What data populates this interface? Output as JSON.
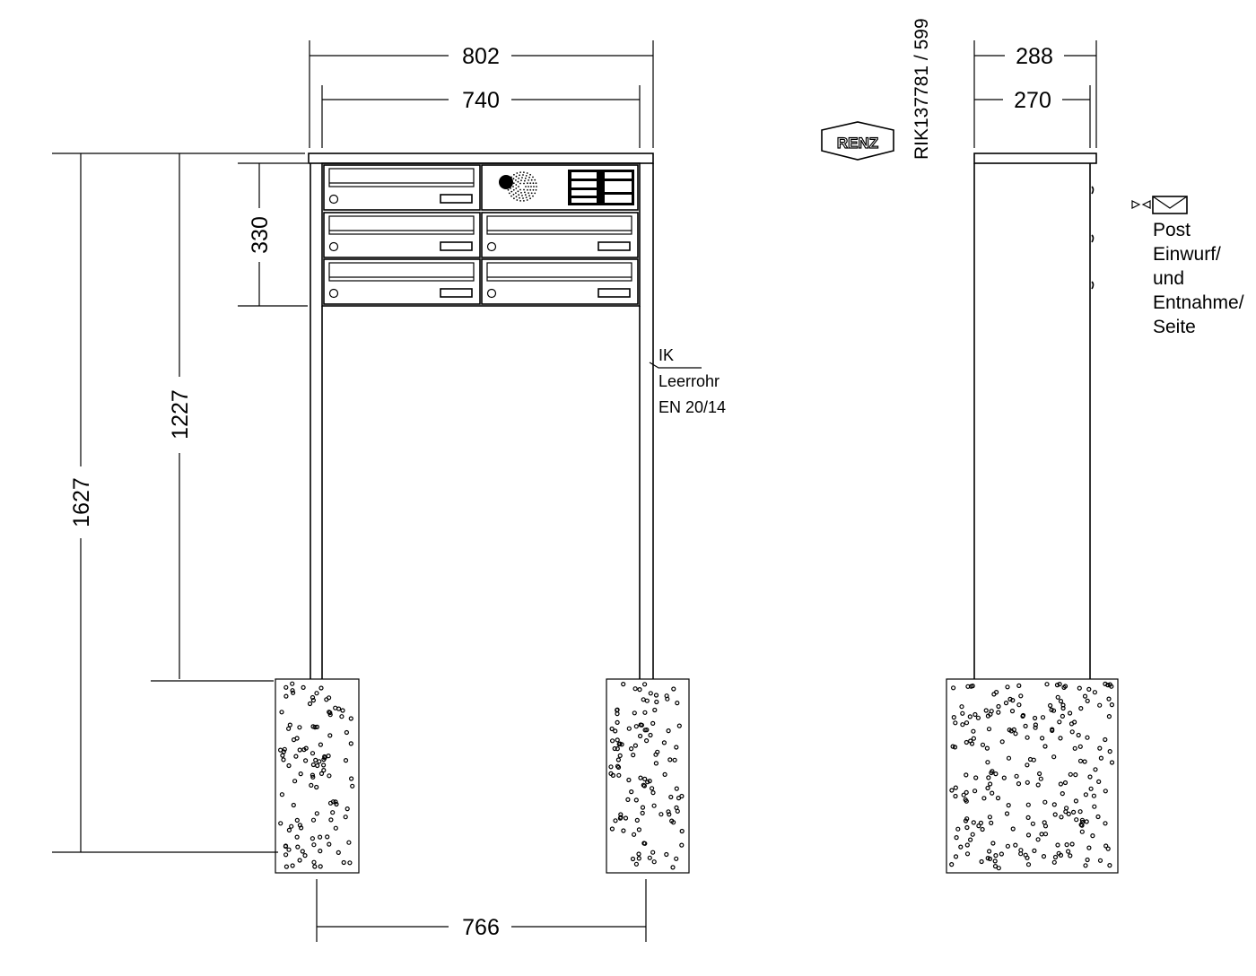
{
  "dimensions": {
    "overall_width": "802",
    "box_width": "740",
    "box_height": "330",
    "bottom_height": "1227",
    "total_height": "1627",
    "post_spacing": "766",
    "side_depth_total": "288",
    "side_depth_box": "270"
  },
  "labels": {
    "article_number": "RIK137781 / 599",
    "logo_text": "RENZ",
    "conduit_line1": "IK",
    "conduit_line2": "Leerrohr",
    "conduit_line3": "EN 20/14",
    "side_note": [
      "Post",
      "Einwurf/",
      "und",
      "Entnahme/",
      "Seite"
    ]
  },
  "colors": {
    "line": "#000000",
    "background": "#ffffff"
  }
}
